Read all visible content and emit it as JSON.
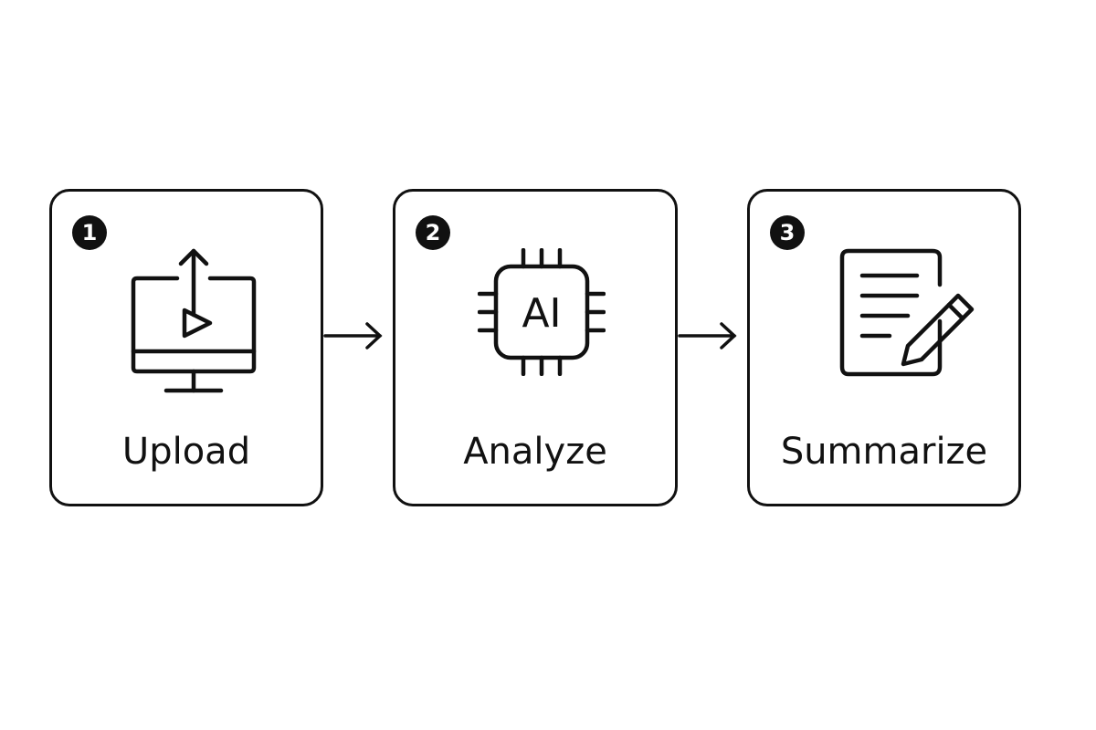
{
  "steps": [
    {
      "number": "1",
      "label": "Upload",
      "icon": "monitor-upload-play-icon"
    },
    {
      "number": "2",
      "label": "Analyze",
      "icon": "ai-chip-icon",
      "chip_text": "AI"
    },
    {
      "number": "3",
      "label": "Summarize",
      "icon": "document-pencil-icon"
    }
  ]
}
